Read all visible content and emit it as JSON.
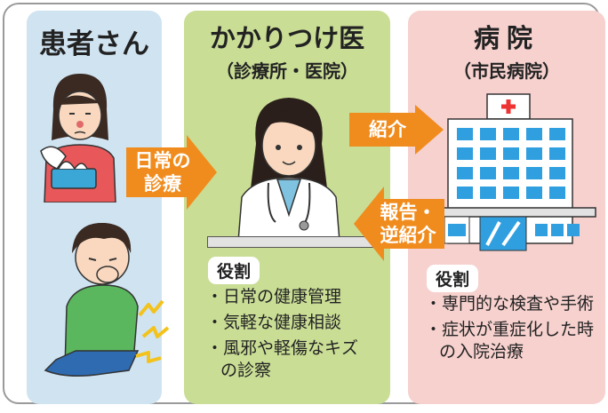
{
  "patient": {
    "title": "患者さん"
  },
  "clinic": {
    "title": "かかりつけ医",
    "subtitle": "（診療所・医院）",
    "role_label": "役割",
    "roles": [
      "日常の健康管理",
      "気軽な健康相談",
      "風邪や軽傷なキズの診察"
    ]
  },
  "hospital": {
    "title": "病院",
    "subtitle": "（市民病院）",
    "role_label": "役割",
    "roles": [
      "専門的な検査や手術",
      "症状が重症化した時の入院治療"
    ]
  },
  "arrows": {
    "daily_care": [
      "日常の",
      "診療"
    ],
    "referral": "紹介",
    "report": [
      "報告・",
      "逆紹介"
    ]
  },
  "colors": {
    "patient_bg": "#cfe3f1",
    "clinic_bg": "#c9dd95",
    "hospital_bg": "#f6d1ce",
    "arrow": "#f08c1e"
  },
  "icons": [
    "sick-girl-illustration",
    "sick-boy-illustration",
    "doctor-illustration",
    "hospital-building-illustration"
  ]
}
